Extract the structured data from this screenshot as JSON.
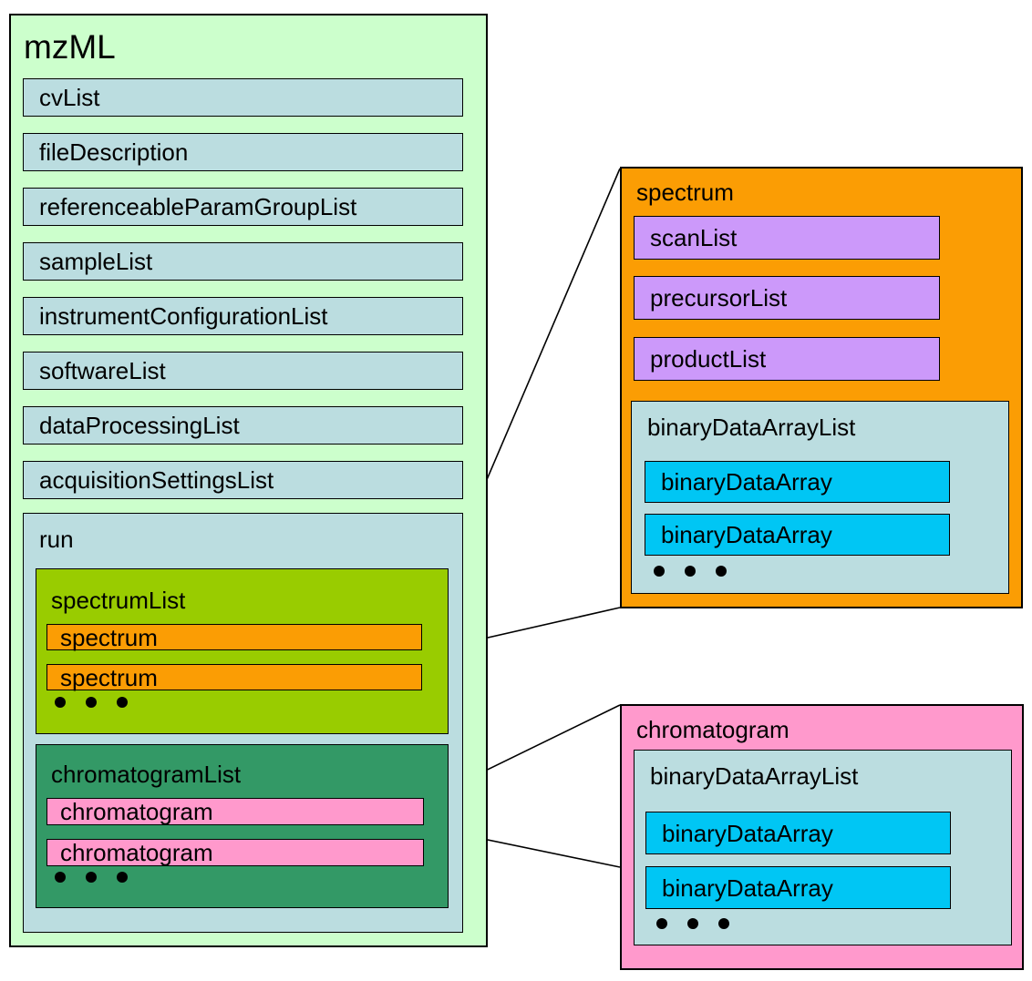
{
  "mzml": {
    "title": "mzML",
    "children": [
      "cvList",
      "fileDescription",
      "referenceableParamGroupList",
      "sampleList",
      "instrumentConfigurationList",
      "softwareList",
      "dataProcessingList",
      "acquisitionSettingsList"
    ],
    "run": {
      "label": "run",
      "spectrum_list": {
        "label": "spectrumList",
        "items": [
          "spectrum",
          "spectrum"
        ]
      },
      "chromatogram_list": {
        "label": "chromatogramList",
        "items": [
          "chromatogram",
          "chromatogram"
        ]
      }
    }
  },
  "spectrum_detail": {
    "title": "spectrum",
    "children": [
      "scanList",
      "precursorList",
      "productList"
    ],
    "binary_data_array_list": {
      "label": "binaryDataArrayList",
      "items": [
        "binaryDataArray",
        "binaryDataArray"
      ]
    }
  },
  "chromatogram_detail": {
    "title": "chromatogram",
    "binary_data_array_list": {
      "label": "binaryDataArrayList",
      "items": [
        "binaryDataArray",
        "binaryDataArray"
      ]
    }
  },
  "icons": {
    "ellipsis": "three-filled-dots"
  },
  "colors": {
    "mzml_background": "#ccffcc",
    "list_element": "#bbdde0",
    "spectrum_list": "#99cc00",
    "chromatogram_list": "#339966",
    "spectrum": "#fb9d04",
    "chromatogram": "#ff99cc",
    "spectrum_child": "#cc99fa",
    "binary_data_array": "#00c6f4",
    "border": "#000000"
  }
}
